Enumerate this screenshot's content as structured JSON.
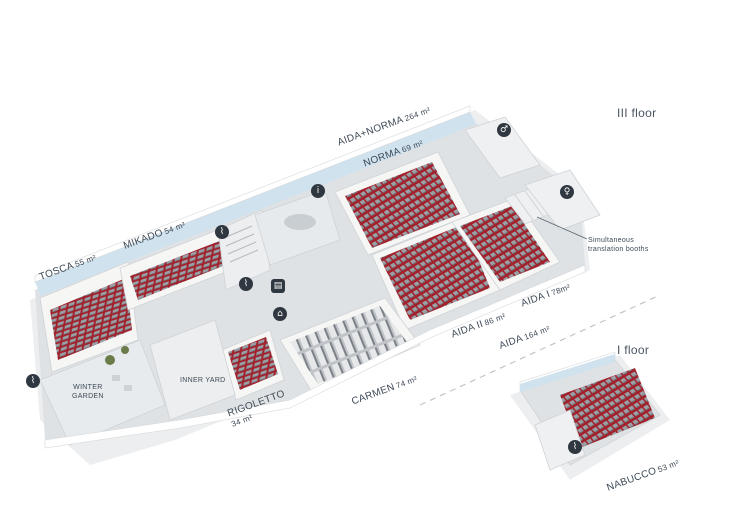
{
  "floors": {
    "third": "III floor",
    "first": "I floor"
  },
  "rooms": {
    "tosca": {
      "name": "TOSCA",
      "area": "55 m²"
    },
    "mikado": {
      "name": "MIKADO",
      "area": "54 m²"
    },
    "aida_norma": {
      "name": "AIDA+NORMA",
      "area": "264 m²"
    },
    "norma": {
      "name": "NORMA",
      "area": "69 m²"
    },
    "aida_i": {
      "name": "AIDA I",
      "area": "78m²"
    },
    "aida_ii": {
      "name": "AIDA II",
      "area": "86 m²"
    },
    "aida": {
      "name": "AIDA",
      "area": "164 m²"
    },
    "carmen": {
      "name": "CARMEN",
      "area": "74 m²"
    },
    "rigoletto": {
      "name": "RIGOLETTO",
      "area": "34 m²"
    },
    "nabucco": {
      "name": "NABUCCO",
      "area": "53 m²"
    }
  },
  "areas": {
    "winter_garden": "WINTER\nGARDEN",
    "inner_yard": "INNER YARD"
  },
  "annotations": {
    "translation_booths": "Simultaneous\ntranslation booths"
  },
  "icons": {
    "info": "info-icon",
    "restroom_men": "restroom-men-icon",
    "restroom_women": "restroom-women-icon",
    "stairs": "stairs-icon",
    "cloakroom": "cloakroom-icon",
    "elevator": "elevator-icon"
  },
  "colors": {
    "carpet": "#a3202b",
    "wall": "#f4f4f2",
    "floor": "#d9dcdf",
    "window": "#b9d4e6",
    "chair": "#8c9196",
    "text": "#3d4956"
  }
}
